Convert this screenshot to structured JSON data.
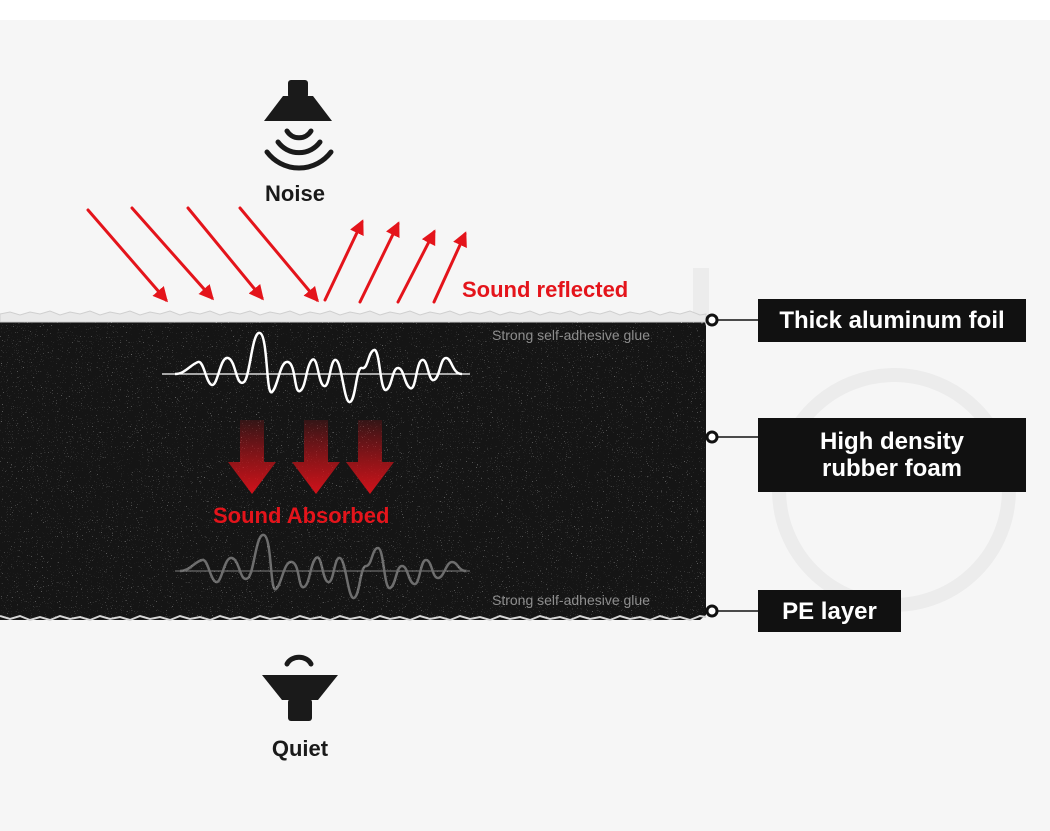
{
  "noise_label": "Noise",
  "quiet_label": "Quiet",
  "sound_reflected_label": "Sound reflected",
  "sound_absorbed_label": "Sound Absorbed",
  "glue_top_label": "Strong self-adhesive glue",
  "glue_bottom_label": "Strong self-adhesive glue",
  "callouts": {
    "foil": "Thick aluminum foil",
    "foam": "High density\nrubber foam",
    "pe": "PE layer"
  },
  "icons": {
    "noise": "speaker-sound-icon",
    "quiet": "speaker-quiet-icon"
  },
  "colors": {
    "arrow_red": "#e4141b",
    "foam_black": "#151515",
    "callout_bg": "#111111",
    "absorbed_arrow": "#b3121a"
  }
}
